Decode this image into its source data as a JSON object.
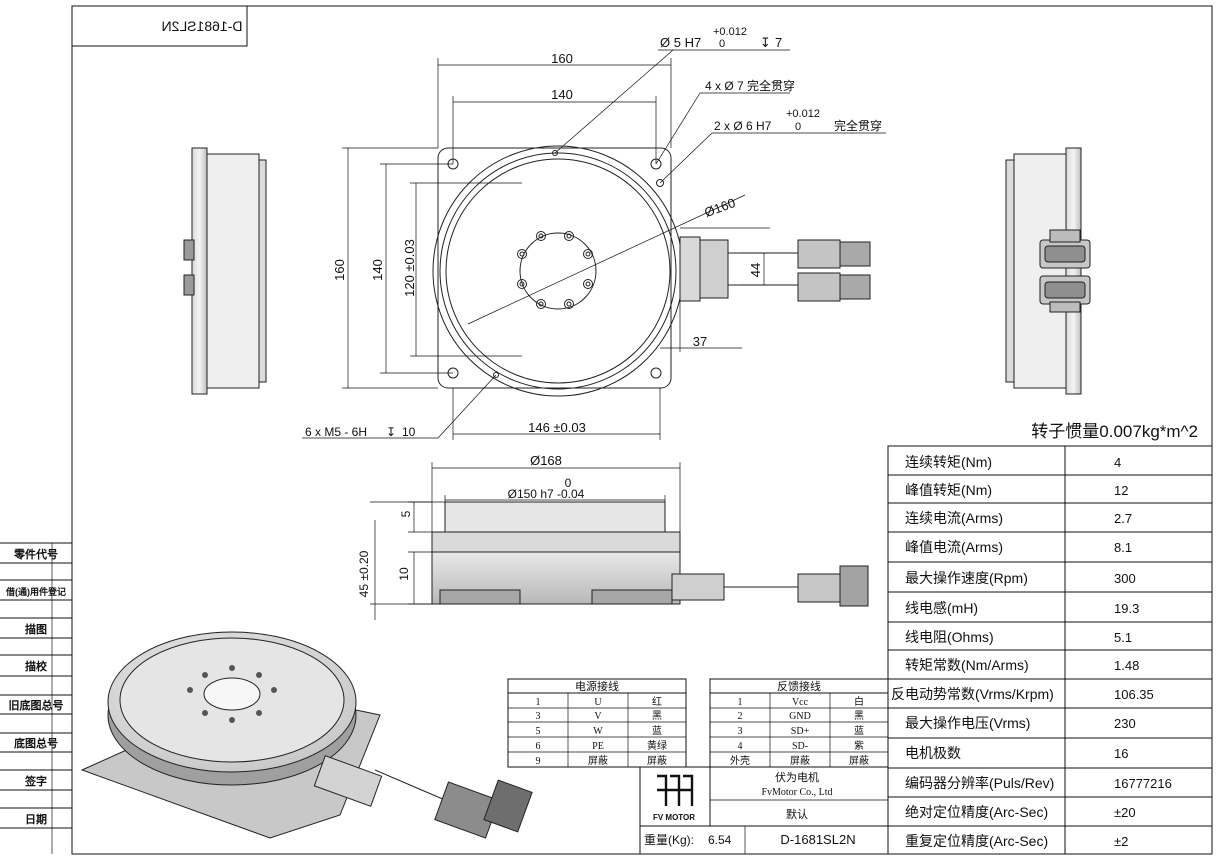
{
  "drawing_number_mirrored": "D-1681SL2N",
  "title_block_left": {
    "rows": [
      "零件代号",
      "借(通)用件登记",
      "描图",
      "描校",
      "旧底图总号",
      "底图总号",
      "签字",
      "日期"
    ]
  },
  "top_view": {
    "dim_160_top": "160",
    "dim_140_top": "140",
    "dim_160_left": "160",
    "dim_140_left": "140",
    "dim_120": "120 ±0.03",
    "dim_146": "146 ±0.03",
    "dim_44": "44",
    "dim_37": "37",
    "dia_160": "Ø160",
    "callout_pin_hole": "Ø 5 H7",
    "callout_pin_hole_tol_up": "+0.012",
    "callout_pin_hole_tol_low": "0",
    "callout_pin_hole_depth": "7",
    "callout_through_holes": "4 x Ø 7 完全贯穿",
    "callout_dowel_holes": "2 x Ø 6 H7",
    "callout_dowel_tol_up": "+0.012",
    "callout_dowel_tol_low": "0",
    "callout_dowel_suffix": "完全贯穿",
    "callout_thread": "6 x M5 - 6H",
    "callout_thread_depth": "10"
  },
  "front_view": {
    "dia_168": "Ø168",
    "tol_zero": "0",
    "dia_150": "Ø150 h7 -0.04",
    "dim_5": "5",
    "dim_10": "10",
    "dim_45": "45 ±0.20"
  },
  "power_wiring": {
    "title": "电源接线",
    "rows": [
      [
        "1",
        "U",
        "红"
      ],
      [
        "3",
        "V",
        "黑"
      ],
      [
        "5",
        "W",
        "蓝"
      ],
      [
        "6",
        "PE",
        "黄绿"
      ],
      [
        "9",
        "屏蔽",
        "屏蔽"
      ]
    ]
  },
  "feedback_wiring": {
    "title": "反馈接线",
    "rows": [
      [
        "1",
        "Vcc",
        "白"
      ],
      [
        "2",
        "GND",
        "黑"
      ],
      [
        "3",
        "SD+",
        "蓝"
      ],
      [
        "4",
        "SD-",
        "紫"
      ],
      [
        "外壳",
        "屏蔽",
        "屏蔽"
      ]
    ]
  },
  "company": {
    "logo_text": "FV MOTOR",
    "name_cn": "伏为电机",
    "name_en": "FvMotor Co., Ltd",
    "default_label": "默认",
    "weight_label": "重量(Kg):",
    "weight_value": "6.54",
    "part_number": "D-1681SL2N"
  },
  "inertia_note": "转子惯量0.007kg*m^2",
  "specs": [
    {
      "label": "连续转矩(Nm)",
      "value": "4"
    },
    {
      "label": "峰值转矩(Nm)",
      "value": "12"
    },
    {
      "label": "连续电流(Arms)",
      "value": "2.7"
    },
    {
      "label": "峰值电流(Arms)",
      "value": "8.1"
    },
    {
      "label": "最大操作速度(Rpm)",
      "value": "300"
    },
    {
      "label": "线电感(mH)",
      "value": "19.3"
    },
    {
      "label": "线电阻(Ohms)",
      "value": "5.1"
    },
    {
      "label": "转矩常数(Nm/Arms)",
      "value": "1.48"
    },
    {
      "label": "反电动势常数(Vrms/Krpm)",
      "value": "106.35"
    },
    {
      "label": "最大操作电压(Vrms)",
      "value": "230"
    },
    {
      "label": "电机极数",
      "value": "16"
    },
    {
      "label": "编码器分辨率(Puls/Rev)",
      "value": "16777216"
    },
    {
      "label": "绝对定位精度(Arc-Sec)",
      "value": "±20"
    },
    {
      "label": "重复定位精度(Arc-Sec)",
      "value": "±2"
    }
  ]
}
